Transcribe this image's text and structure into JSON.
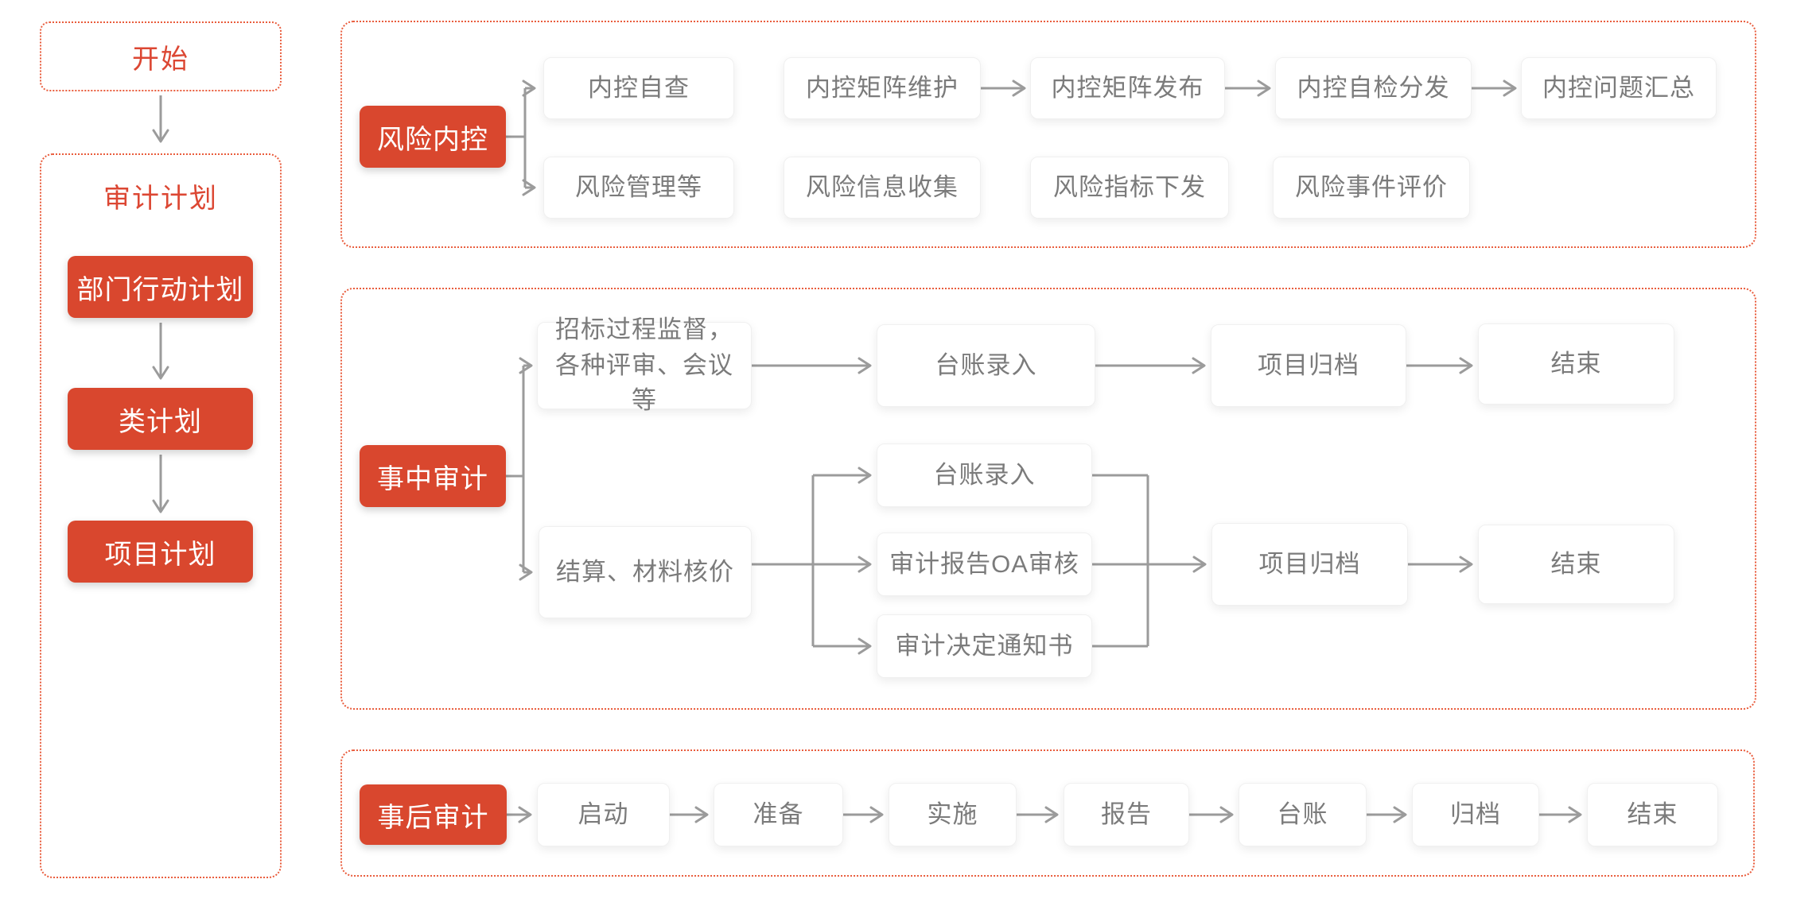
{
  "colors": {
    "node_red": "#D9472E",
    "dashed_border_red": "#E95C3C",
    "label_red": "#DC4733",
    "card_text_gray": "#7B7B7B",
    "connector_gray": "#9B9B9B",
    "card_bg": "#FFFFFF"
  },
  "left": {
    "start": "开始",
    "group": "审计计划",
    "steps": [
      "部门行动计划",
      "类计划",
      "项目计划"
    ]
  },
  "risk": {
    "label": "风险内控",
    "row1": [
      "内控自查",
      "内控矩阵维护",
      "内控矩阵发布",
      "内控自检分发",
      "内控问题汇总"
    ],
    "row2": [
      "风险管理等",
      "风险信息收集",
      "风险指标下发",
      "风险事件评价"
    ]
  },
  "during": {
    "label": "事中审计",
    "b1": [
      "招标过程监督，各种评审、会议等",
      "台账录入",
      "项目归档",
      "结束"
    ],
    "b2_source": "结算、材料核价",
    "b2_fan": [
      "台账录入",
      "审计报告OA审核",
      "审计决定通知书"
    ],
    "b2_tail": [
      "项目归档",
      "结束"
    ]
  },
  "after": {
    "label": "事后审计",
    "steps": [
      "启动",
      "准备",
      "实施",
      "报告",
      "台账",
      "归档",
      "结束"
    ]
  }
}
